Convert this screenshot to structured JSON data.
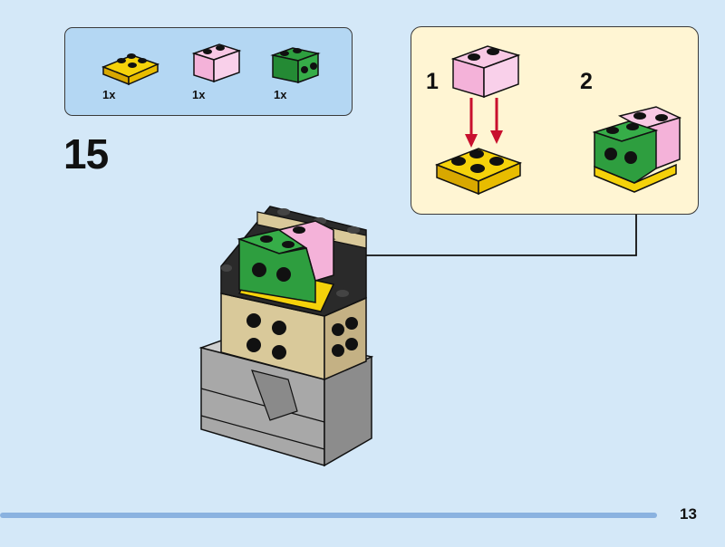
{
  "parts_list": {
    "items": [
      {
        "name": "yellow 2x2 plate",
        "quantity": "1x",
        "color": "#f5d20a"
      },
      {
        "name": "pink 1x2 brick",
        "quantity": "1x",
        "color": "#f4b2d9"
      },
      {
        "name": "green 1x2 brick with studs on side",
        "quantity": "1x",
        "color": "#2e9e3f"
      }
    ]
  },
  "step": {
    "number": "15"
  },
  "callout": {
    "substeps": [
      {
        "label": "1"
      },
      {
        "label": "2"
      }
    ]
  },
  "page": {
    "number": "13",
    "progress_fraction": 0.9
  },
  "colors": {
    "background": "#d4e8f8",
    "parts_panel": "#b4d7f3",
    "callout_panel": "#fff5d3",
    "arrow_red": "#c8102e",
    "progress": "#8ab2e0"
  }
}
